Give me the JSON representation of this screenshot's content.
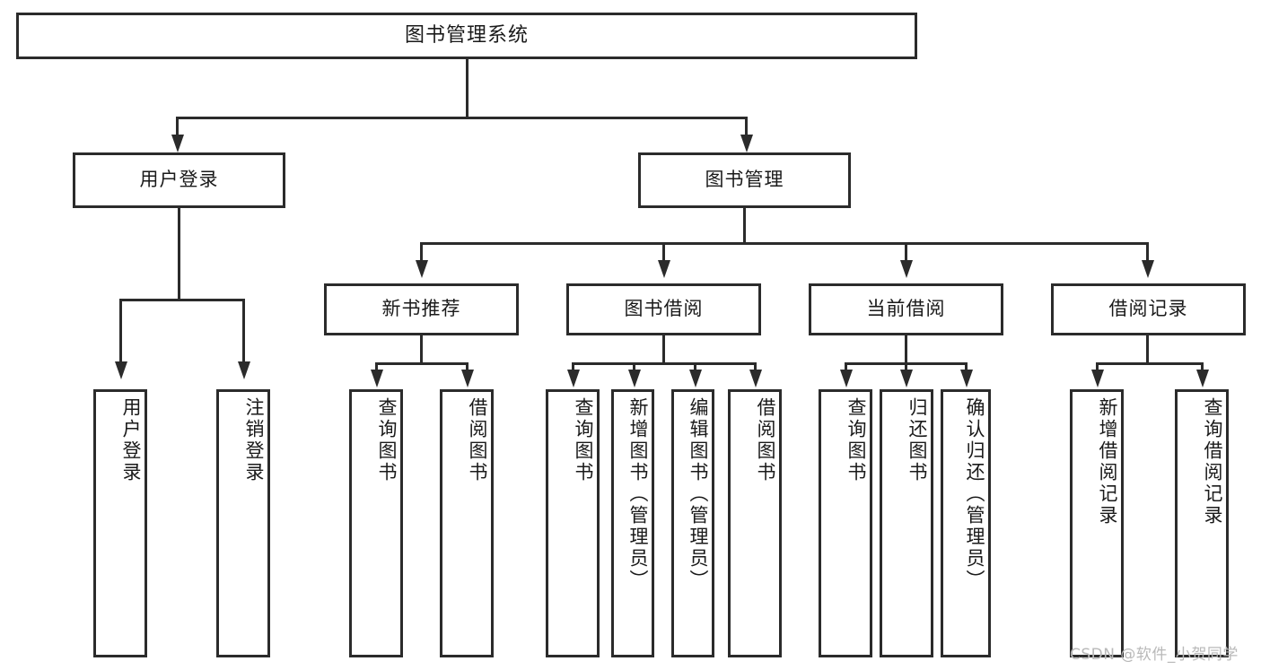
{
  "diagram": {
    "title": "图书管理系统",
    "type": "tree-hierarchy-chart",
    "root": {
      "label": "图书管理系统"
    },
    "level2": [
      {
        "label": "用户登录"
      },
      {
        "label": "图书管理"
      }
    ],
    "level3": [
      {
        "label": "新书推荐"
      },
      {
        "label": "图书借阅"
      },
      {
        "label": "当前借阅"
      },
      {
        "label": "借阅记录"
      }
    ],
    "leaves": {
      "user_login": [
        {
          "label": "用户登录"
        },
        {
          "label": "注销登录"
        }
      ],
      "new_book_recommend": [
        {
          "label": "查询图书"
        },
        {
          "label": "借阅图书"
        }
      ],
      "book_borrow": [
        {
          "label": "查询图书"
        },
        {
          "label": "新增图书（管理员）"
        },
        {
          "label": "编辑图书（管理员）"
        },
        {
          "label": "借阅图书"
        }
      ],
      "current_borrow": [
        {
          "label": "查询图书"
        },
        {
          "label": "归还图书"
        },
        {
          "label": "确认归还（管理员）"
        }
      ],
      "borrow_records": [
        {
          "label": "新增借阅记录"
        },
        {
          "label": "查询借阅记录"
        }
      ]
    },
    "watermark": "CSDN @软件_小贺同学",
    "colors": {
      "stroke": "#2b2b2b",
      "background": "#ffffff",
      "text": "#1a1a1a",
      "watermark": "#b9b9b9"
    }
  }
}
